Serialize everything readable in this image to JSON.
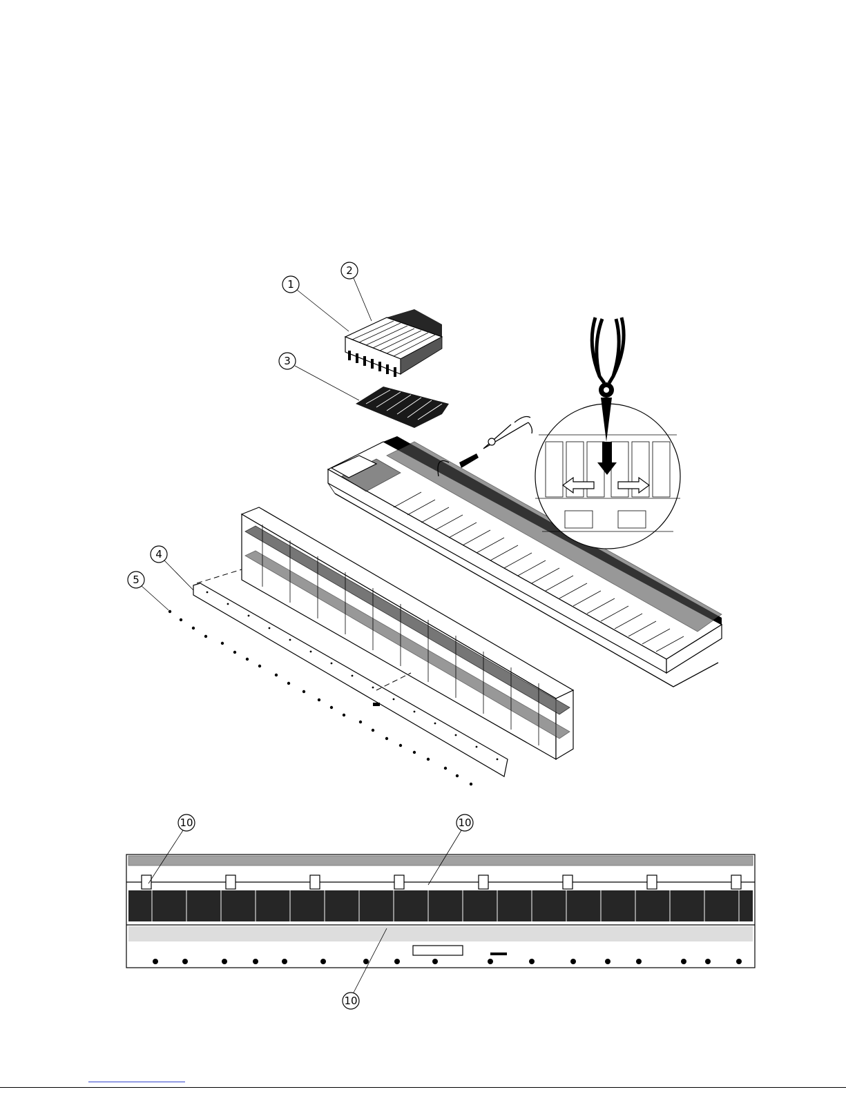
{
  "callouts": {
    "c1": "1",
    "c2": "2",
    "c3": "3",
    "c4": "4",
    "c5": "5",
    "c10a": "10",
    "c10b": "10",
    "c10c": "10"
  },
  "colors": {
    "line": "#000000",
    "background": "#ffffff",
    "footer_link": "#3344cc"
  },
  "icons": [
    "pliers-icon",
    "pliers-icon",
    "arrow-left-icon",
    "arrow-right-icon",
    "arrow-down-icon",
    "push-arrow-icon"
  ]
}
